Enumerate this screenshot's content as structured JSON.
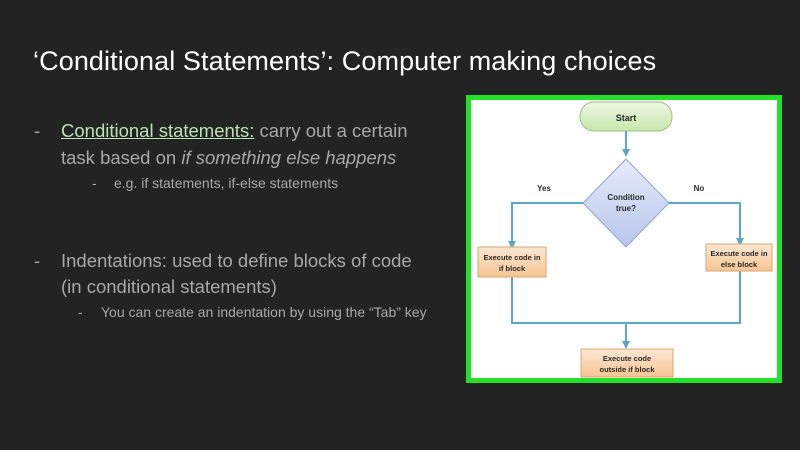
{
  "title": "‘Conditional Statements’: Computer making choices",
  "bullets": {
    "b1_dash": "-",
    "b1_link": "Conditional statements:",
    "b1_rest": " carry out a certain",
    "b1_line2_plain": "task based on ",
    "b1_line2_italic": "if something else happens",
    "b1_sub_dash": "-",
    "b1_sub": "e.g. if statements, if-else statements",
    "b2_dash": "-",
    "b2_line1": "Indentations: used to define blocks of code",
    "b2_line2": "(in conditional statements)",
    "b2_sub_dash": "-",
    "b2_sub": "You can create an indentation by using the “Tab” key"
  },
  "flowchart": {
    "start": "Start",
    "condition_line1": "Condition",
    "condition_line2": "true?",
    "yes_label": "Yes",
    "no_label": "No",
    "if_block_line1": "Execute code in",
    "if_block_line2": "if block",
    "else_block_line1": "Execute code in",
    "else_block_line2": "else block",
    "outside_line1": "Execute code",
    "outside_line2": "outside if block"
  },
  "colors": {
    "background": "#232323",
    "frame": "#24e02a",
    "link": "#b9e3b0",
    "start_fill": "#d9f0c4",
    "decision_fill": "#cfd8f2",
    "process_fill": "#fbd9b7",
    "arrow": "#5aa6c4"
  }
}
